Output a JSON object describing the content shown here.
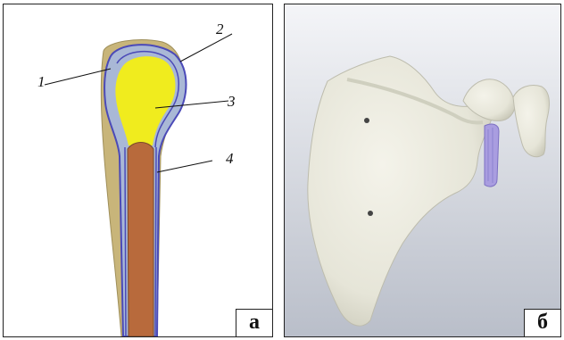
{
  "figure": {
    "panels": [
      {
        "id": "a",
        "tag": "а",
        "callouts": [
          {
            "label": "1",
            "part": "cortical-layer"
          },
          {
            "label": "2",
            "part": "cartilage-layer"
          },
          {
            "label": "3",
            "part": "spongy-bone-head"
          },
          {
            "label": "4",
            "part": "medullary-canal"
          }
        ],
        "colors": {
          "outer_bone": "#c8b57a",
          "cartilage": "#a9b8d6",
          "outline": "#4b4ab8",
          "head_core": "#f0ec1e",
          "canal": "#b86a3c"
        }
      },
      {
        "id": "b",
        "tag": "б",
        "colors": {
          "bone": "#e9e8dc",
          "bone_shade": "#cfcfbf",
          "background_top": "#f4f5f8",
          "background_bottom": "#b9bec9",
          "socket_implant": "#a99de0"
        }
      }
    ]
  }
}
